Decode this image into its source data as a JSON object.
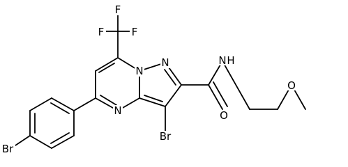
{
  "molecule": {
    "atoms": {
      "f_top": "F",
      "f_left": "F",
      "f_right": "F",
      "n_bridge": "N",
      "n_pyrazole": "N",
      "n_pyrimidine": "N",
      "br_ring": "Br",
      "br_phenyl": "Br",
      "o_carbonyl": "O",
      "n_amide": "N",
      "h_amide": "H",
      "o_ether": "O"
    }
  }
}
